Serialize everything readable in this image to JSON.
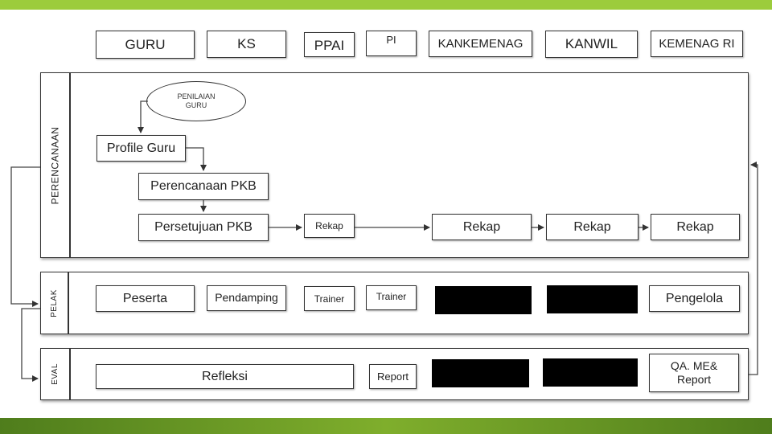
{
  "roles": {
    "guru": "GURU",
    "ks": "KS",
    "ppai": "PPAI",
    "pi": "PI",
    "kankemenag": "KANKEMENAG",
    "kanwil": "KANWIL",
    "kemenag_ri": "KEMENAG RI"
  },
  "perencanaan": {
    "label": "PERENCANAAN",
    "penilaian_guru_line1": "PENILAIAN",
    "penilaian_guru_line2": "GURU",
    "profile_guru": "Profile Guru",
    "perencanaan_pkb": "Perencanaan PKB",
    "persetujuan_pkb": "Persetujuan PKB",
    "rekap_pi": "Rekap",
    "rekap_kankemenag": "Rekap",
    "rekap_kanwil": "Rekap",
    "rekap_kemenag": "Rekap"
  },
  "pelak": {
    "label": "PELAK",
    "peserta": "Peserta",
    "pendamping": "Pendamping",
    "trainer_ppai": "Trainer",
    "trainer_pi": "Trainer",
    "pengelola": "Pengelola"
  },
  "eval": {
    "label": "EVAL",
    "refleksi": "Refleksi",
    "report": "Report",
    "qa_line1": "QA. ME&",
    "qa_line2": "Report"
  },
  "colors": {
    "top_bar": "#9ccc3c",
    "bottom_bar": "#5a8a1e",
    "redacted": "#000000"
  }
}
